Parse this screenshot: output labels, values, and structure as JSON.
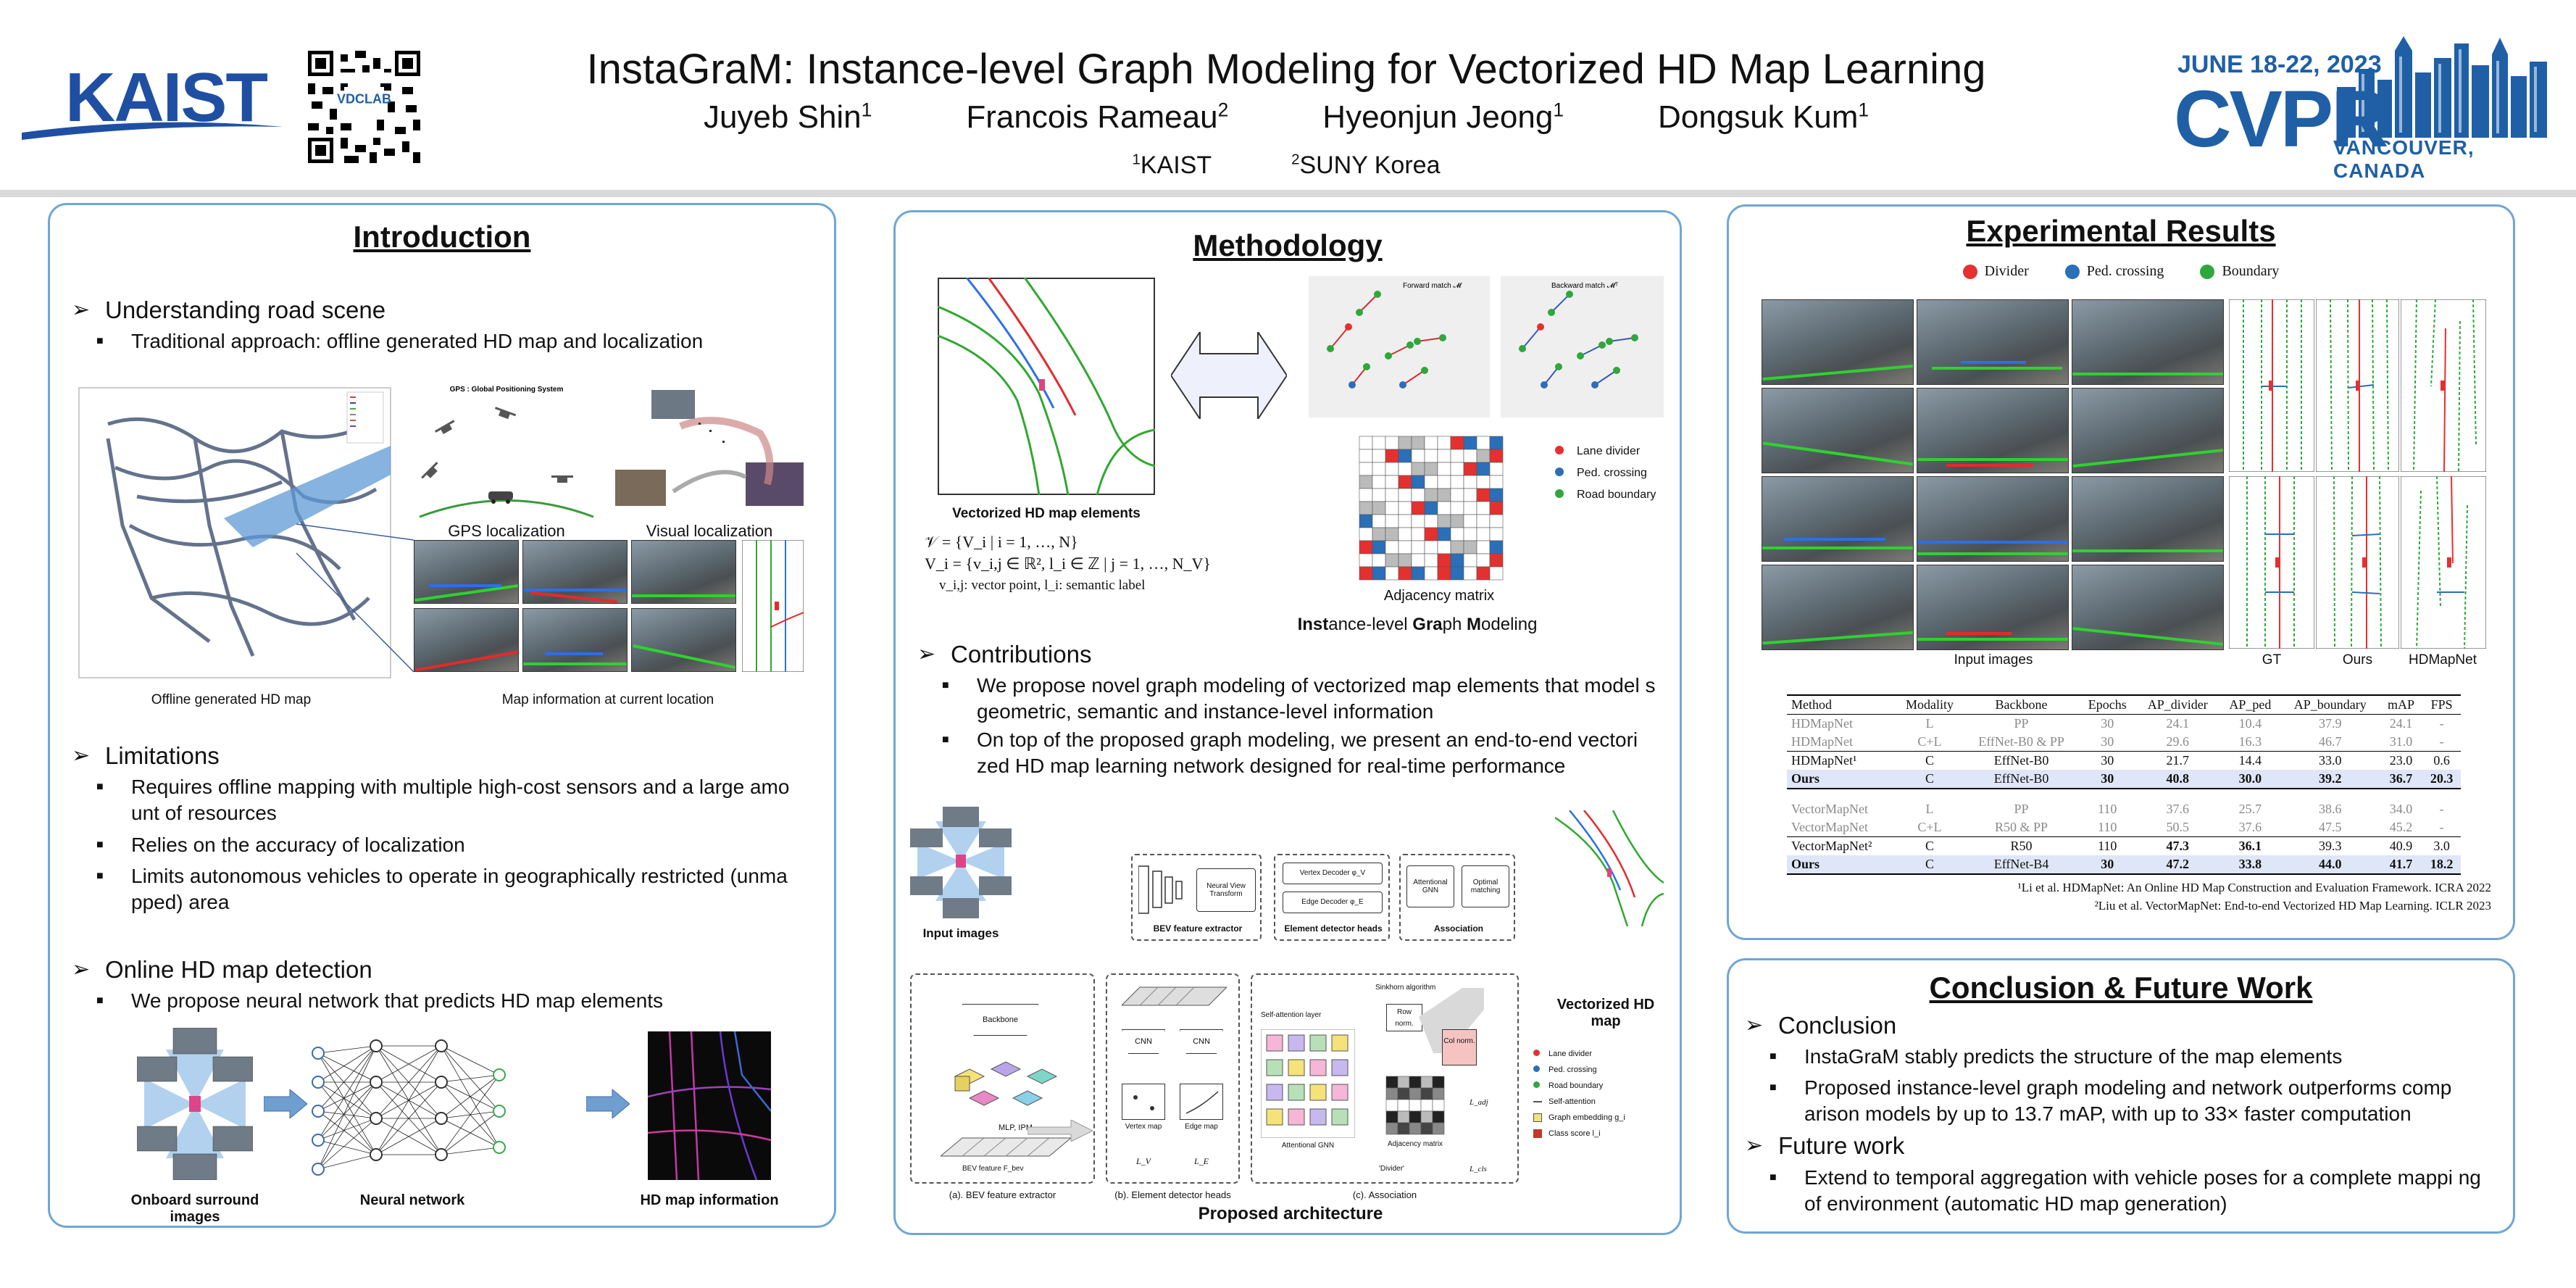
{
  "header": {
    "title": "InstaGraM: Instance-level Graph Modeling for Vectorized HD Map Learning",
    "authors": [
      {
        "name": "Juyeb Shin",
        "aff": "1"
      },
      {
        "name": "Francois Rameau",
        "aff": "2"
      },
      {
        "name": "Hyeonjun Jeong",
        "aff": "1"
      },
      {
        "name": "Dongsuk Kum",
        "aff": "1"
      }
    ],
    "affiliations": [
      {
        "num": "1",
        "name": "KAIST"
      },
      {
        "num": "2",
        "name": "SUNY Korea"
      }
    ],
    "logo_left": "KAIST",
    "qr_label": "VDCLAB",
    "conference": {
      "dates": "JUNE 18-22, 2023",
      "name": "CVPR",
      "city": "VANCOUVER, CANADA"
    }
  },
  "intro": {
    "title": "Introduction",
    "s1": "Understanding road scene",
    "s1_b1": "Traditional approach: offline generated HD map and localization",
    "gps_label": "GPS : Global Positioning System",
    "gps_caption": "GPS localization",
    "visual_caption": "Visual localization",
    "map_caption": "Offline generated HD map",
    "current_caption": "Map information at current location",
    "s2": "Limitations",
    "s2_b1": "Requires offline mapping with multiple high-cost sensors and a large amo unt of resources",
    "s2_b2": "Relies on the accuracy of localization",
    "s2_b3": "Limits autonomous vehicles to operate in geographically restricted (unma pped) area",
    "s3": "Online HD map detection",
    "s3_b1": "We propose neural network that predicts HD map elements",
    "cap_onboard": "Onboard surround images",
    "cap_nn": "Neural network",
    "cap_hdmap": "HD map information"
  },
  "method": {
    "title": "Methodology",
    "vec_caption": "Vectorized HD map elements",
    "eq1": "𝒱  =  {V_i | i = 1, …, N}",
    "eq2": "V_i  =  {v_i,j ∈ ℝ², l_i ∈ ℤ | j = 1, …, N_V}",
    "eq3": "v_i,j: vector point, l_i: semantic label",
    "fwd_label": "Forward match 𝓜",
    "bwd_label": "Backward match 𝓜ᵀ",
    "legend": [
      "Lane divider",
      "Ped. crossing",
      "Road boundary"
    ],
    "adj_caption": "Adjacency matrix",
    "instagram_caption_parts": [
      "Inst",
      "ance-level ",
      "Gra",
      "ph ",
      "M",
      "odeling"
    ],
    "contrib_title": "Contributions",
    "c1": "We propose novel graph modeling of vectorized map elements that model s geometric, semantic and instance-level information",
    "c2": "On top of the proposed graph modeling, we present an end-to-end vectori zed HD map learning network designed for real-time performance",
    "arch": {
      "input_images": "Input images",
      "bev_extractor": "BEV feature extractor",
      "nvt": "Neural View Transform",
      "vertex_decoder": "Vertex Decoder φ_V",
      "edge_decoder": "Edge Decoder φ_E",
      "detector_heads": "Element detector heads",
      "attn_gnn": "Attentional GNN",
      "optimal": "Optimal matching",
      "association": "Association",
      "vec_hd_map": "Vectorized HD map",
      "backbone": "Backbone",
      "mlp_ipm": "MLP, IPM",
      "bev_feature": "BEV feature F_bev",
      "cnn": "CNN",
      "vertex_map": "Vertex map",
      "edge_map": "Edge map",
      "lv": "L_V",
      "le": "L_E",
      "self_attn": "Self-attention layer",
      "attn_gnn2": "Attentional GNN",
      "sinkhorn": "Sinkhorn algorithm",
      "row_norm": "Row norm.",
      "col_norm": "Col norm.",
      "adj_matrix": "Adjacency matrix",
      "divider": "'Divider'",
      "l_adj": "L_adj",
      "l_cls": "L_cls",
      "leg": [
        "Lane divider",
        "Ped. crossing",
        "Road boundary",
        "Self-attention",
        "Graph embedding g_i",
        "Class score l_i"
      ],
      "sub_a": "(a). BEV feature extractor",
      "sub_b": "(b). Element detector heads",
      "sub_c": "(c). Association",
      "caption": "Proposed architecture"
    }
  },
  "results": {
    "title": "Experimental Results",
    "legend": [
      {
        "label": "Divider",
        "color": "#e53030"
      },
      {
        "label": "Ped. crossing",
        "color": "#2a6fb8"
      },
      {
        "label": "Boundary",
        "color": "#2ea83a"
      }
    ],
    "fig_captions": [
      "Input images",
      "GT",
      "Ours",
      "HDMapNet"
    ],
    "table_headers": [
      "Method",
      "Modality",
      "Backbone",
      "Epochs",
      "AP_divider",
      "AP_ped",
      "AP_boundary",
      "mAP",
      "FPS"
    ],
    "table_a": [
      {
        "cells": [
          "HDMapNet",
          "L",
          "PP",
          "30",
          "24.1",
          "10.4",
          "37.9",
          "24.1",
          "-"
        ],
        "style": "grey"
      },
      {
        "cells": [
          "HDMapNet",
          "C+L",
          "EffNet-B0 & PP",
          "30",
          "29.6",
          "16.3",
          "46.7",
          "31.0",
          "-"
        ],
        "style": "grey"
      },
      {
        "cells": [
          "HDMapNet¹",
          "C",
          "EffNet-B0",
          "30",
          "21.7",
          "14.4",
          "33.0",
          "23.0",
          "0.6"
        ],
        "style": "plain"
      },
      {
        "cells": [
          "Ours",
          "C",
          "EffNet-B0",
          "30",
          "40.8",
          "30.0",
          "39.2",
          "36.7",
          "20.3"
        ],
        "style": "ours"
      }
    ],
    "table_b": [
      {
        "cells": [
          "VectorMapNet",
          "L",
          "PP",
          "110",
          "37.6",
          "25.7",
          "38.6",
          "34.0",
          "-"
        ],
        "style": "grey"
      },
      {
        "cells": [
          "VectorMapNet",
          "C+L",
          "R50 & PP",
          "110",
          "50.5",
          "37.6",
          "47.5",
          "45.2",
          "-"
        ],
        "style": "grey"
      },
      {
        "cells": [
          "VectorMapNet²",
          "C",
          "R50",
          "110",
          "47.3",
          "36.1",
          "39.3",
          "40.9",
          "3.0"
        ],
        "style": "plain"
      },
      {
        "cells": [
          "Ours",
          "C",
          "EffNet-B4",
          "30",
          "47.2",
          "33.8",
          "44.0",
          "41.7",
          "18.2"
        ],
        "style": "ours"
      }
    ],
    "ref1": "¹Li et al. HDMapNet: An Online HD Map Construction and Evaluation Framework. ICRA 2022",
    "ref2": "²Liu et al. VectorMapNet: End-to-end Vectorized HD Map Learning. ICLR 2023"
  },
  "conclusion": {
    "title": "Conclusion & Future Work",
    "s1": "Conclusion",
    "b1": "InstaGraM stably predicts the structure of the map elements",
    "b2": "Proposed instance-level graph modeling and network outperforms comp arison models by up to 13.7 mAP, with up to 33× faster computation",
    "s2": "Future work",
    "b3": "Extend to temporal aggregation with vehicle poses for a complete mappi ng of environment (automatic HD map generation)"
  }
}
